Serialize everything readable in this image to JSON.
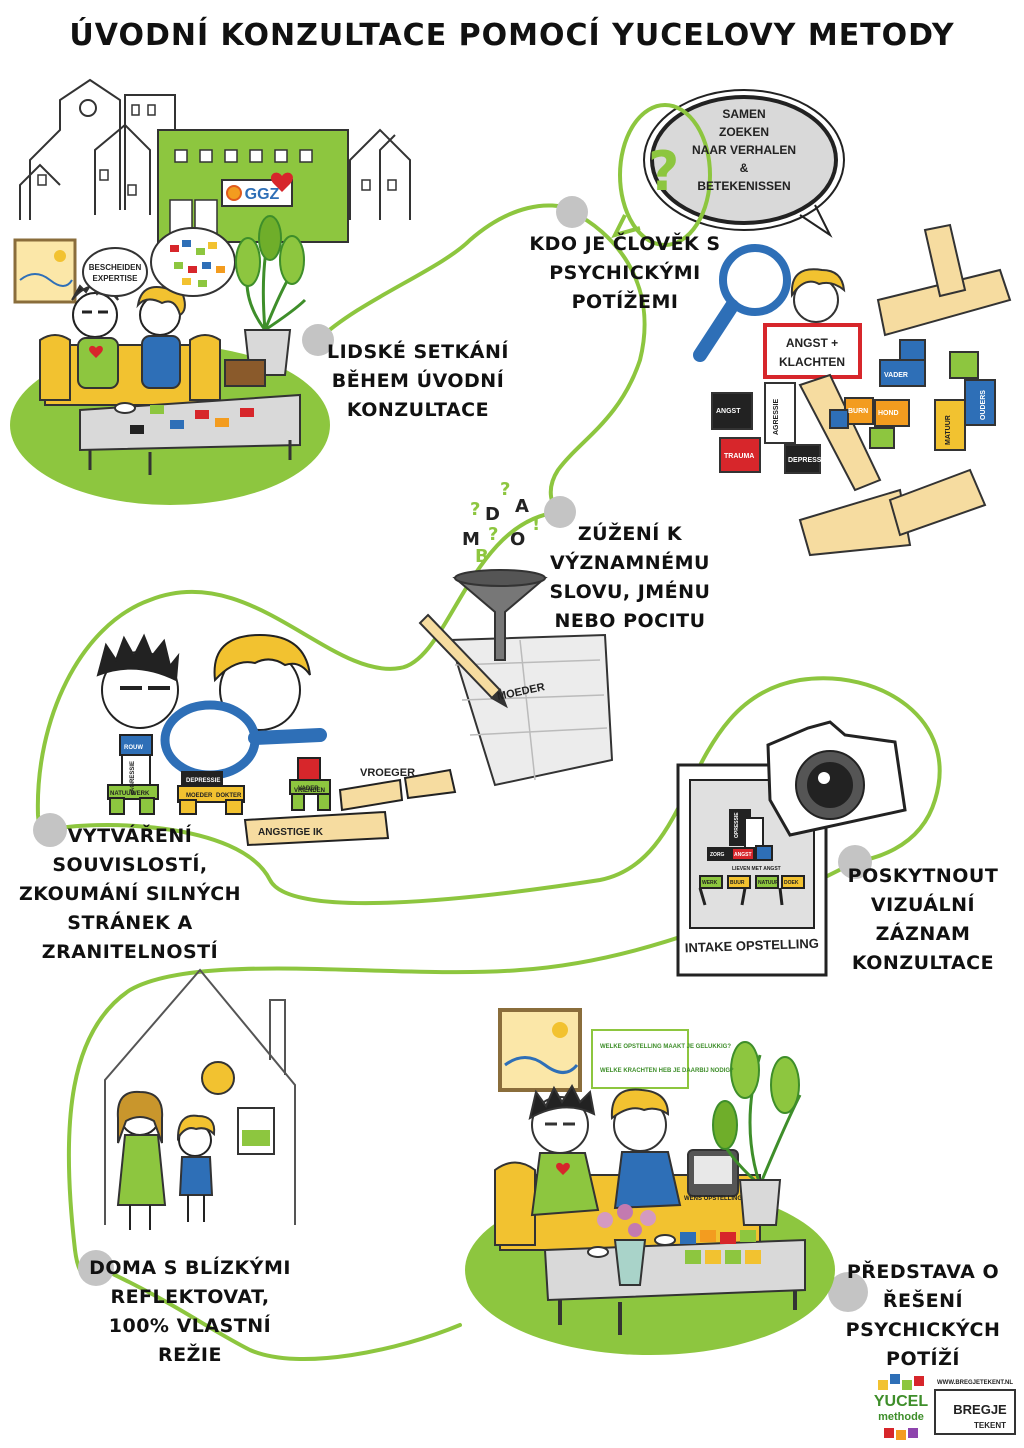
{
  "title": "ÚVODNÍ KONZULTACE POMOCÍ YUCELOVY METODY",
  "steps": [
    {
      "lines": [
        "LIDSKÉ SETKÁNÍ",
        "BĚHEM ÚVODNÍ",
        "KONZULTACE"
      ]
    },
    {
      "lines": [
        "KDO JE ČLOVĚK S",
        "PSYCHICKÝMI",
        "POTÍŽEMI"
      ]
    },
    {
      "lines": [
        "ZÚŽENÍ K",
        "VÝZNAMNÉMU",
        "SLOVU, JMÉNU",
        "NEBO POCITU"
      ]
    },
    {
      "lines": [
        "VYTVÁŘENÍ",
        "SOUVISLOSTÍ,",
        "ZKOUMÁNÍ SILNÝCH",
        "STRÁNEK A",
        "ZRANITELNOSTÍ"
      ]
    },
    {
      "lines": [
        "POSKYTNOUT",
        "VIZUÁLNÍ",
        "ZÁZNAM",
        "KONZULTACE"
      ]
    },
    {
      "lines": [
        "DOMA S BLÍZKÝMI",
        "REFLEKTOVAT,",
        "100% VLASTNÍ",
        "REŽIE"
      ]
    },
    {
      "lines": [
        "PŘEDSTAVA O",
        "ŘEŠENÍ",
        "PSYCHICKÝCH",
        "POTÍŽÍ"
      ]
    }
  ],
  "scene1": {
    "bubble": [
      "BESCHEIDEN",
      "EXPERTISE"
    ],
    "sign": "GGZ"
  },
  "scene2": {
    "bubble": [
      "SAMEN",
      "ZOEKEN",
      "NAAR VERHALEN",
      "&",
      "BETEKENISSEN"
    ],
    "sign": [
      "ANGST +",
      "KLACHTEN"
    ],
    "blocks": [
      "ANGST",
      "AGRESSIE",
      "DEPRESSIE",
      "TRAUMA",
      "HOND",
      "BURN",
      "VADER",
      "OUDERS",
      "MATUUR"
    ]
  },
  "scene3": {
    "letters": [
      "?",
      "D",
      "?",
      "A",
      "M",
      "?",
      "B",
      "O",
      "!"
    ],
    "paper": "MOEDER"
  },
  "scene4": {
    "plank_top": "VROEGER",
    "plank_bottom": "ANGSTIGE IK",
    "blocks": [
      "ROUW",
      "AGRESSIE",
      "DEPRESSIE",
      "VADER",
      "MOEDER",
      "DOKTER",
      "WERK",
      "NATUUR",
      "VRIENDEN"
    ]
  },
  "scene5": {
    "photo_caption": "INTAKE OPSTELLING",
    "blocks": [
      "ANGST",
      "OPRESSIE",
      "ZORG",
      "LIEVEN MET ANGST",
      "WERK",
      "BUUR",
      "NATUUR",
      "DOEK"
    ]
  },
  "scene7": {
    "bubble": [
      "WELKE OPSTELLING MAAKT JE GELUKKIG?",
      "WELKE KRACHTEN HEB JE DAARBIJ NODIG?"
    ],
    "tablet": "WENS OPSTELLING"
  },
  "logos": {
    "yucel": "YUCEL",
    "methode": "methode",
    "url": "WWW.BREGJETEKENT.NL",
    "bregje": "BREGJE",
    "tekent": "TEKENT"
  },
  "colors": {
    "green": "#8dc63f",
    "yellow": "#f2c230",
    "blue": "#2e6fb7",
    "grey": "#c9c9c9",
    "red": "#d7262b"
  }
}
